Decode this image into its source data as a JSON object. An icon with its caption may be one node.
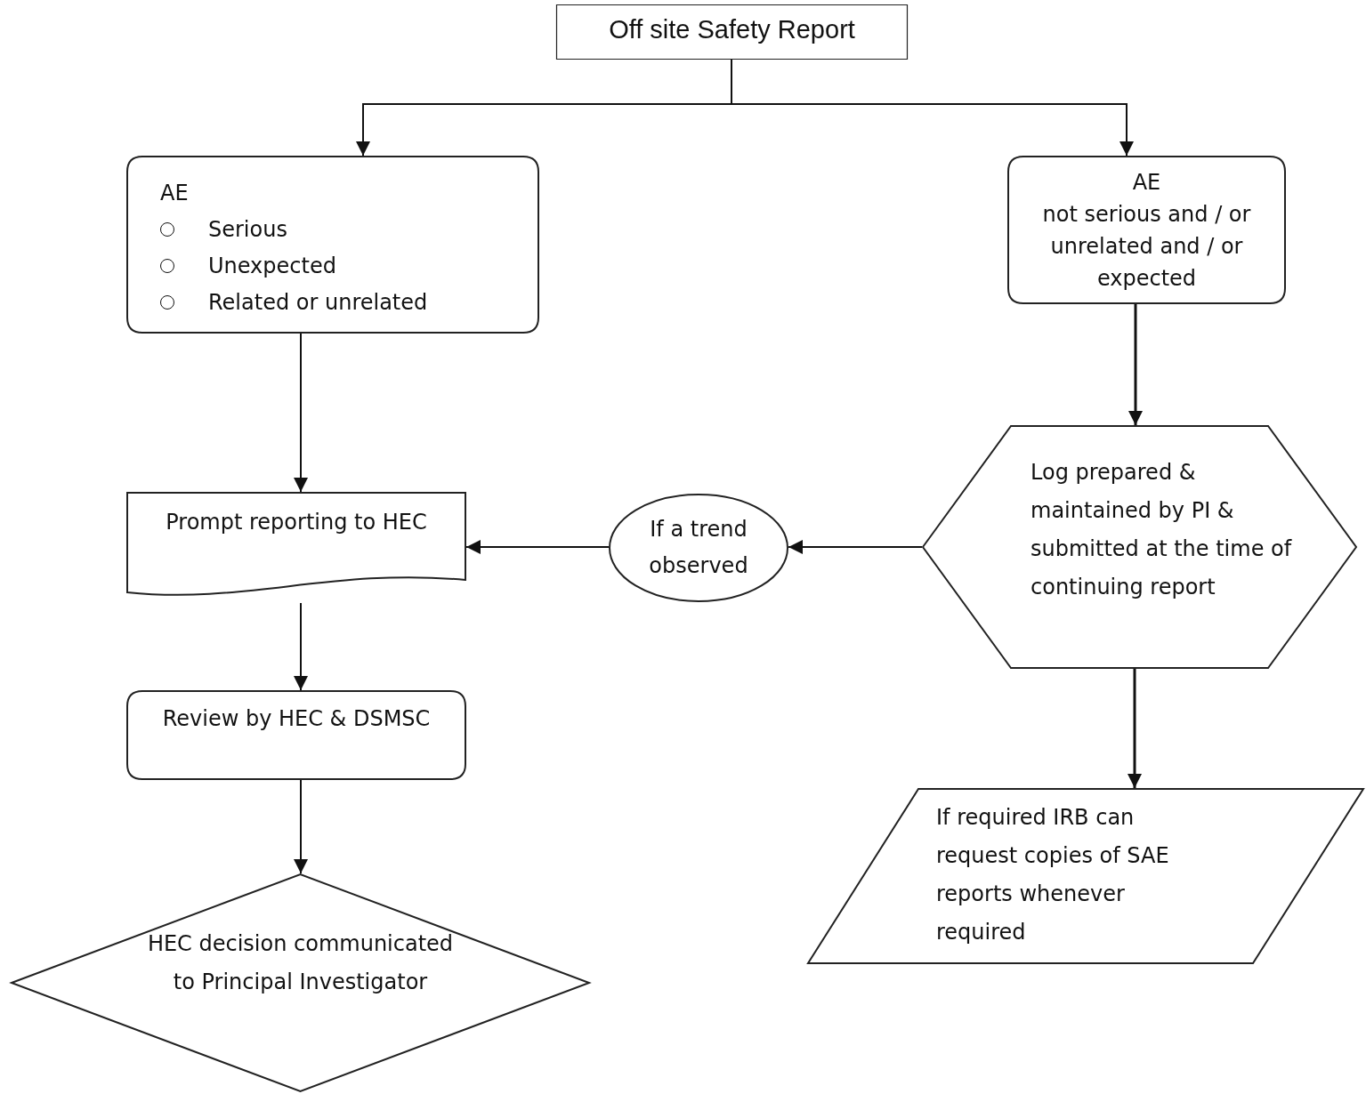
{
  "diagram": {
    "nodes": [
      {
        "text": [
          "Off site Safety Report"
        ]
      },
      {
        "text": [
          "AE",
          "Serious",
          "Unexpected",
          "Related  or unrelated"
        ]
      },
      {
        "text": [
          "AE",
          "not serious and / or unrelated and / or expected"
        ]
      },
      {
        "text": [
          "Prompt reporting to HEC"
        ]
      },
      {
        "text": [
          "If a trend observed"
        ]
      },
      {
        "text": [
          "Log prepared & maintained by PI & submitted at the time of continuing report"
        ]
      },
      {
        "text": [
          "Review by HEC & DSMSC"
        ]
      },
      {
        "text": [
          "HEC decision communicated to Principal Investigator"
        ]
      },
      {
        "text": [
          "If required IRB can request copies of SAE reports whenever required"
        ]
      }
    ],
    "edges": [
      {
        "from": 0,
        "to": 1,
        "arrow": "to"
      },
      {
        "from": 0,
        "to": 2,
        "arrow": "to"
      },
      {
        "from": 1,
        "to": 3,
        "arrow": "to"
      },
      {
        "from": 2,
        "to": 5,
        "arrow": "to"
      },
      {
        "from": 5,
        "to": 4,
        "arrow": "to"
      },
      {
        "from": 4,
        "to": 3,
        "arrow": "to"
      },
      {
        "from": 3,
        "to": 6,
        "arrow": "to"
      },
      {
        "from": 6,
        "to": 7,
        "arrow": "to"
      },
      {
        "from": 5,
        "to": 8,
        "arrow": "to"
      }
    ]
  }
}
